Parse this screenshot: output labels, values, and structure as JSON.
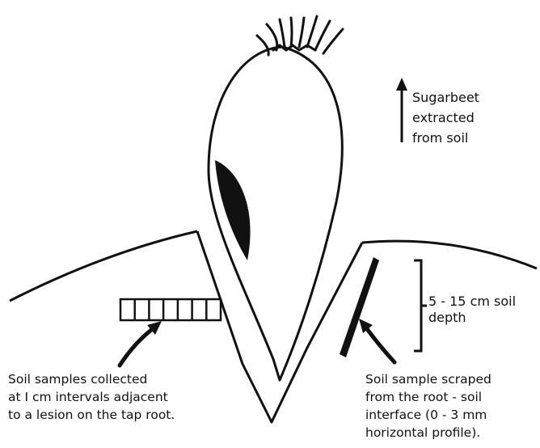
{
  "diagram": {
    "colors": {
      "ink": "#111111",
      "lesion": "#111111",
      "background": "#ffffff"
    },
    "labels": {
      "extracted": "Sugarbeet\nextracted\nfrom soil",
      "depth": "5 - 15 cm soil depth",
      "collected": "Soil samples collected\nat I cm intervals adjacent\nto a lesion on the tap root.",
      "scraped": "Soil sample scraped\nfrom the root - soil\ninterface (0 - 3 mm\nhorizontal profile)."
    },
    "sample_boxes": 7
  }
}
